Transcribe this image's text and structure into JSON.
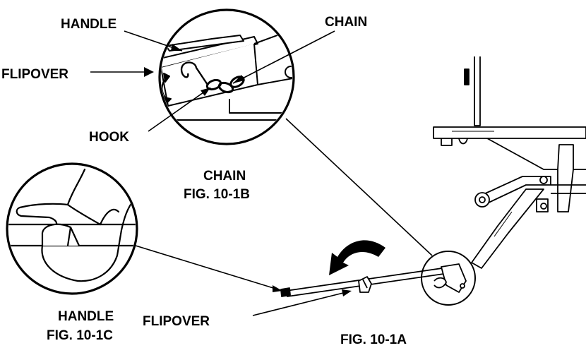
{
  "labels": {
    "handle_top": "HANDLE",
    "chain_top": "CHAIN",
    "flipover_left": "FLIPOVER",
    "hook": "HOOK",
    "chain_caption": "CHAIN",
    "fig_b": "FIG. 10-1B",
    "handle_caption": "HANDLE",
    "fig_c": "FIG. 10-1C",
    "flipover_bottom": "FLIPOVER",
    "fig_a": "FIG. 10-1A"
  },
  "colors": {
    "ink": "#000000",
    "paper": "#ffffff"
  }
}
